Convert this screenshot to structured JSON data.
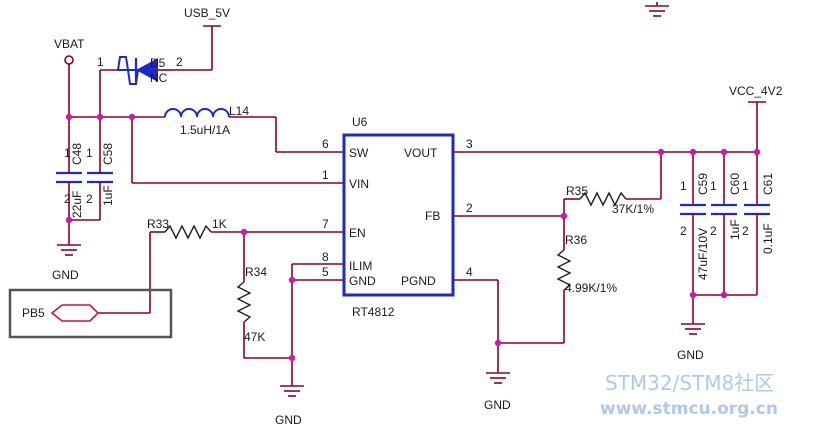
{
  "nets": {
    "usb": "USB_5V",
    "vbat": "VBAT",
    "vcc": "VCC_4V2",
    "gnd": "GND",
    "pb5": "PB5"
  },
  "d5": {
    "ref": "D5",
    "value": "NC",
    "pin1": "1",
    "pin2": "2"
  },
  "l14": {
    "ref": "L14",
    "value": "1.5uH/1A"
  },
  "u6": {
    "ref": "U6",
    "part": "RT4812",
    "pins": {
      "sw": "SW",
      "sw_num": "6",
      "vin": "VIN",
      "vin_num": "1",
      "en": "EN",
      "en_num": "7",
      "ilim": "ILIM",
      "ilim_num": "8",
      "gnd": "GND",
      "gnd_num": "5",
      "vout": "VOUT",
      "vout_num": "3",
      "fb": "FB",
      "fb_num": "2",
      "pgnd": "PGND",
      "pgnd_num": "4"
    }
  },
  "c48": {
    "ref": "C48",
    "value": "22uF",
    "p1": "1",
    "p2": "2"
  },
  "c58": {
    "ref": "C58",
    "value": "1uF",
    "p1": "1",
    "p2": "2"
  },
  "c59": {
    "ref": "C59",
    "value": "47uF/10V",
    "p1": "1",
    "p2": "2"
  },
  "c60": {
    "ref": "C60",
    "value": "1uF",
    "p1": "1",
    "p2": "2"
  },
  "c61": {
    "ref": "C61",
    "value": "0.1uF",
    "p1": "1",
    "p2": "2"
  },
  "r33": {
    "ref": "R33",
    "value": "1K"
  },
  "r34": {
    "ref": "R34",
    "value": "47K"
  },
  "r35": {
    "ref": "R35",
    "value": "37K/1%"
  },
  "r36": {
    "ref": "R36",
    "value": "4.99K/1%"
  },
  "watermark": {
    "line1": "STM32/STM8社区",
    "line2": "www.stmcu.org.cn"
  }
}
